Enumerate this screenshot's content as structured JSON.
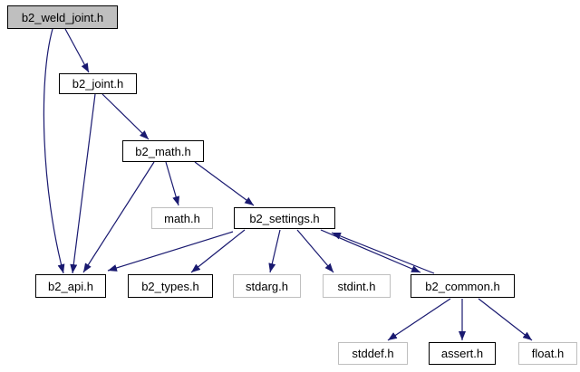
{
  "diagram": {
    "kind": "include-dependency-graph",
    "root": "b2_weld_joint.h",
    "colors": {
      "edge": "#191970",
      "internal_node_border": "#000000",
      "external_node_border": "#bfbfbf",
      "current_node_fill": "#bfbfbf",
      "node_fill": "#ffffff",
      "text": "#000000",
      "background": "#ffffff"
    },
    "nodes": {
      "b2_weld_joint": {
        "label": "b2_weld_joint.h",
        "kind": "current"
      },
      "b2_joint": {
        "label": "b2_joint.h",
        "kind": "internal"
      },
      "b2_math": {
        "label": "b2_math.h",
        "kind": "internal"
      },
      "math": {
        "label": "math.h",
        "kind": "external"
      },
      "b2_settings": {
        "label": "b2_settings.h",
        "kind": "internal"
      },
      "b2_api": {
        "label": "b2_api.h",
        "kind": "internal"
      },
      "b2_types": {
        "label": "b2_types.h",
        "kind": "internal"
      },
      "stdarg": {
        "label": "stdarg.h",
        "kind": "external"
      },
      "stdint": {
        "label": "stdint.h",
        "kind": "external"
      },
      "b2_common": {
        "label": "b2_common.h",
        "kind": "internal"
      },
      "stddef": {
        "label": "stddef.h",
        "kind": "external"
      },
      "assert": {
        "label": "assert.h",
        "kind": "internal"
      },
      "float": {
        "label": "float.h",
        "kind": "external"
      }
    },
    "edges": [
      {
        "from": "b2_weld_joint.h",
        "to": "b2_joint.h"
      },
      {
        "from": "b2_weld_joint.h",
        "to": "b2_api.h"
      },
      {
        "from": "b2_joint.h",
        "to": "b2_math.h"
      },
      {
        "from": "b2_joint.h",
        "to": "b2_api.h"
      },
      {
        "from": "b2_math.h",
        "to": "math.h"
      },
      {
        "from": "b2_math.h",
        "to": "b2_settings.h"
      },
      {
        "from": "b2_math.h",
        "to": "b2_api.h"
      },
      {
        "from": "b2_settings.h",
        "to": "b2_api.h"
      },
      {
        "from": "b2_settings.h",
        "to": "b2_types.h"
      },
      {
        "from": "b2_settings.h",
        "to": "stdarg.h"
      },
      {
        "from": "b2_settings.h",
        "to": "stdint.h"
      },
      {
        "from": "b2_settings.h",
        "to": "b2_common.h"
      },
      {
        "from": "b2_common.h",
        "to": "b2_settings.h"
      },
      {
        "from": "b2_common.h",
        "to": "stddef.h"
      },
      {
        "from": "b2_common.h",
        "to": "assert.h"
      },
      {
        "from": "b2_common.h",
        "to": "float.h"
      }
    ]
  }
}
